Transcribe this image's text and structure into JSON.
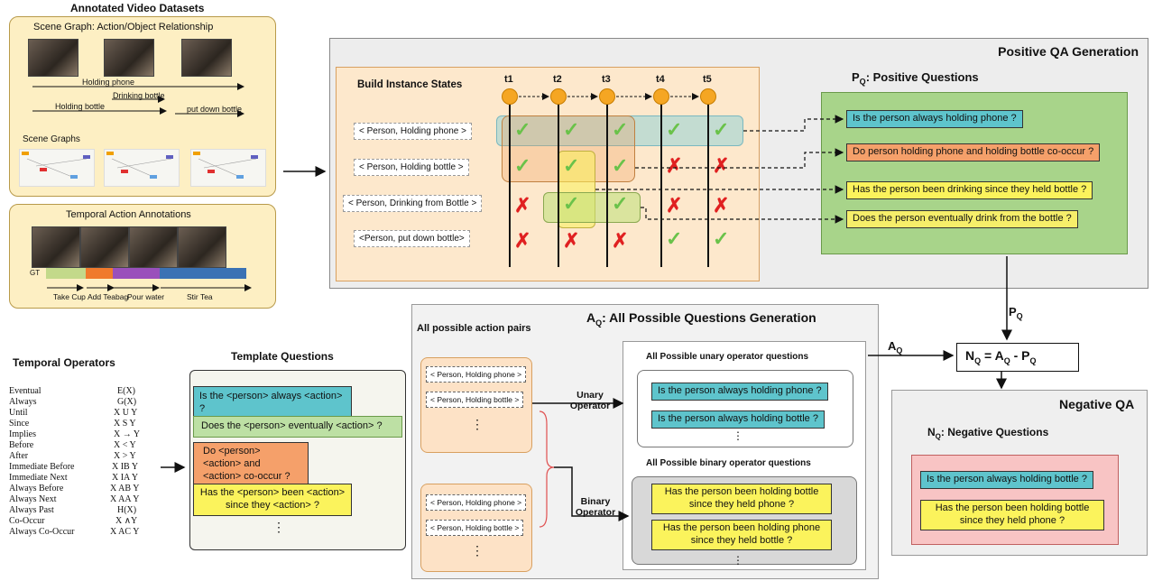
{
  "datasets": {
    "title": "Annotated Video Datasets",
    "scene_graph_title": "Scene Graph: Action/Object Relationship",
    "sg_actions": [
      "Holding phone",
      "Drinking bottle",
      "Holding bottle",
      "put down bottle"
    ],
    "scene_graphs_label": "Scene Graphs",
    "temporal_title": "Temporal Action Annotations",
    "gt_label": "GT",
    "ta_actions": [
      "Take Cup",
      "Add Teabag",
      "Pour water",
      "Stir Tea"
    ]
  },
  "positive": {
    "title": "Positive  QA Generation",
    "build_title": "Build Instance States",
    "timesteps": [
      "t1",
      "t2",
      "t3",
      "t4",
      "t5"
    ],
    "states": [
      "< Person, Holding phone >",
      "< Person, Holding bottle >",
      "< Person, Drinking from Bottle >",
      "<Person, put down bottle>"
    ],
    "pq_title": "P",
    "pq_sub": "Q",
    "pq_rest": ": Positive Questions",
    "questions": [
      "Is the person always holding phone ?",
      "Do person holding phone and holding bottle co-occur ?",
      "Has the person been drinking since they held bottle ?",
      "Does the person eventually drink from the bottle ?"
    ]
  },
  "operators": {
    "title": "Temporal Operators",
    "names": [
      "Eventual",
      "Always",
      "Until",
      "Since",
      "Implies",
      "Before",
      "After",
      "Immediate Before",
      "Immediate Next",
      "Always Before",
      "Always Next",
      "Always Past",
      "Co-Occur",
      "Always Co-Occur"
    ],
    "symbols": [
      "E(X)",
      "G(X)",
      "X U Y",
      "X S Y",
      "X → Y",
      "X < Y",
      "X > Y",
      "X IB Y",
      "X IA Y",
      "X AB Y",
      "X AA Y",
      "H(X)",
      "X ∧Y",
      "X AC Y"
    ]
  },
  "templates": {
    "title": "Template Questions",
    "items": [
      "Is the <person> always <action> ?",
      "Does the <person> eventually <action> ?",
      "Do <person> <action> and <action> co-occur ?",
      "Has the <person> been <action> since they <action> ?"
    ],
    "ellipsis": "⋮"
  },
  "aq": {
    "title_pre": "A",
    "title_sub": "Q",
    "title_rest": ": All Possible Questions Generation",
    "pairs_title": "All possible action pairs",
    "pairs_top": [
      "< Person, Holding phone >",
      "< Person, Holding bottle >"
    ],
    "pairs_bottom": [
      "< Person, Holding phone >",
      "< Person, Holding bottle >"
    ],
    "unary_label": "Unary Operator",
    "binary_label": "Binary Operator",
    "unary_title": "All Possible unary operator questions",
    "unary_questions": [
      "Is the person always holding phone ?",
      "Is the person always holding bottle ?"
    ],
    "binary_title": "All Possible binary operator questions",
    "binary_questions": [
      "Has the person been holding bottle since they held phone ?",
      "Has the person been holding phone since they held bottle ?"
    ],
    "ellipsis": "⋮"
  },
  "formula": {
    "pq_arrow": "P",
    "aq_arrow": "A",
    "sub": "Q",
    "text": "N",
    "eq": " = A",
    "minus": " - P"
  },
  "negative": {
    "title": "Negative QA",
    "nq_title": "N",
    "nq_sub": "Q",
    "nq_rest": ":  Negative Questions",
    "questions": [
      "Is the person always holding bottle ?",
      "Has the person been holding bottle since they held phone ?"
    ]
  }
}
